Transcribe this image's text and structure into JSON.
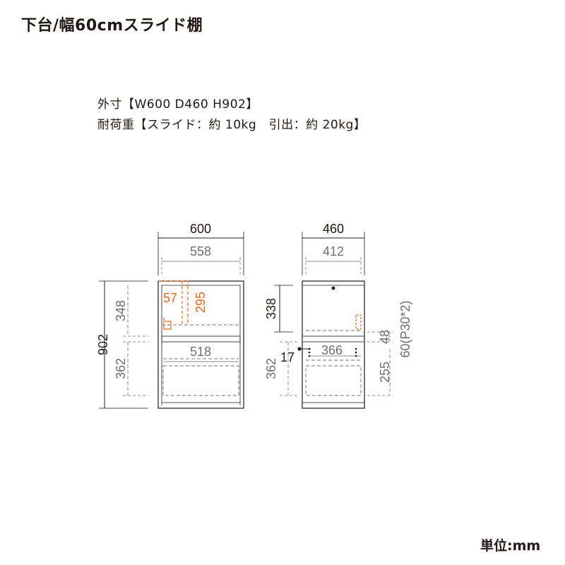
{
  "title": "下台/幅60cmスライド棚",
  "specs": {
    "size": "外寸【W600 D460 H902】",
    "load": "耐荷重【スライド：約 10kg　引出：約 20kg】"
  },
  "unit_label": "単位:mm",
  "colors": {
    "line": "#231815",
    "gray": "#8c8c8c",
    "accent": "#e8681b"
  },
  "front_view": {
    "width": "600",
    "inner_width": "558",
    "drawer_width": "518",
    "height": "902",
    "upper_height": "348",
    "lower_height": "362",
    "slide_depth": "57",
    "slide_height": "295"
  },
  "side_view": {
    "depth": "460",
    "inner_depth": "412",
    "drawer_depth": "366",
    "upper_height": "338",
    "lower_height": "362",
    "offset": "17",
    "shelf_gap": "48",
    "drawer_inner_height": "255",
    "pitch": "60(P30*2)"
  }
}
